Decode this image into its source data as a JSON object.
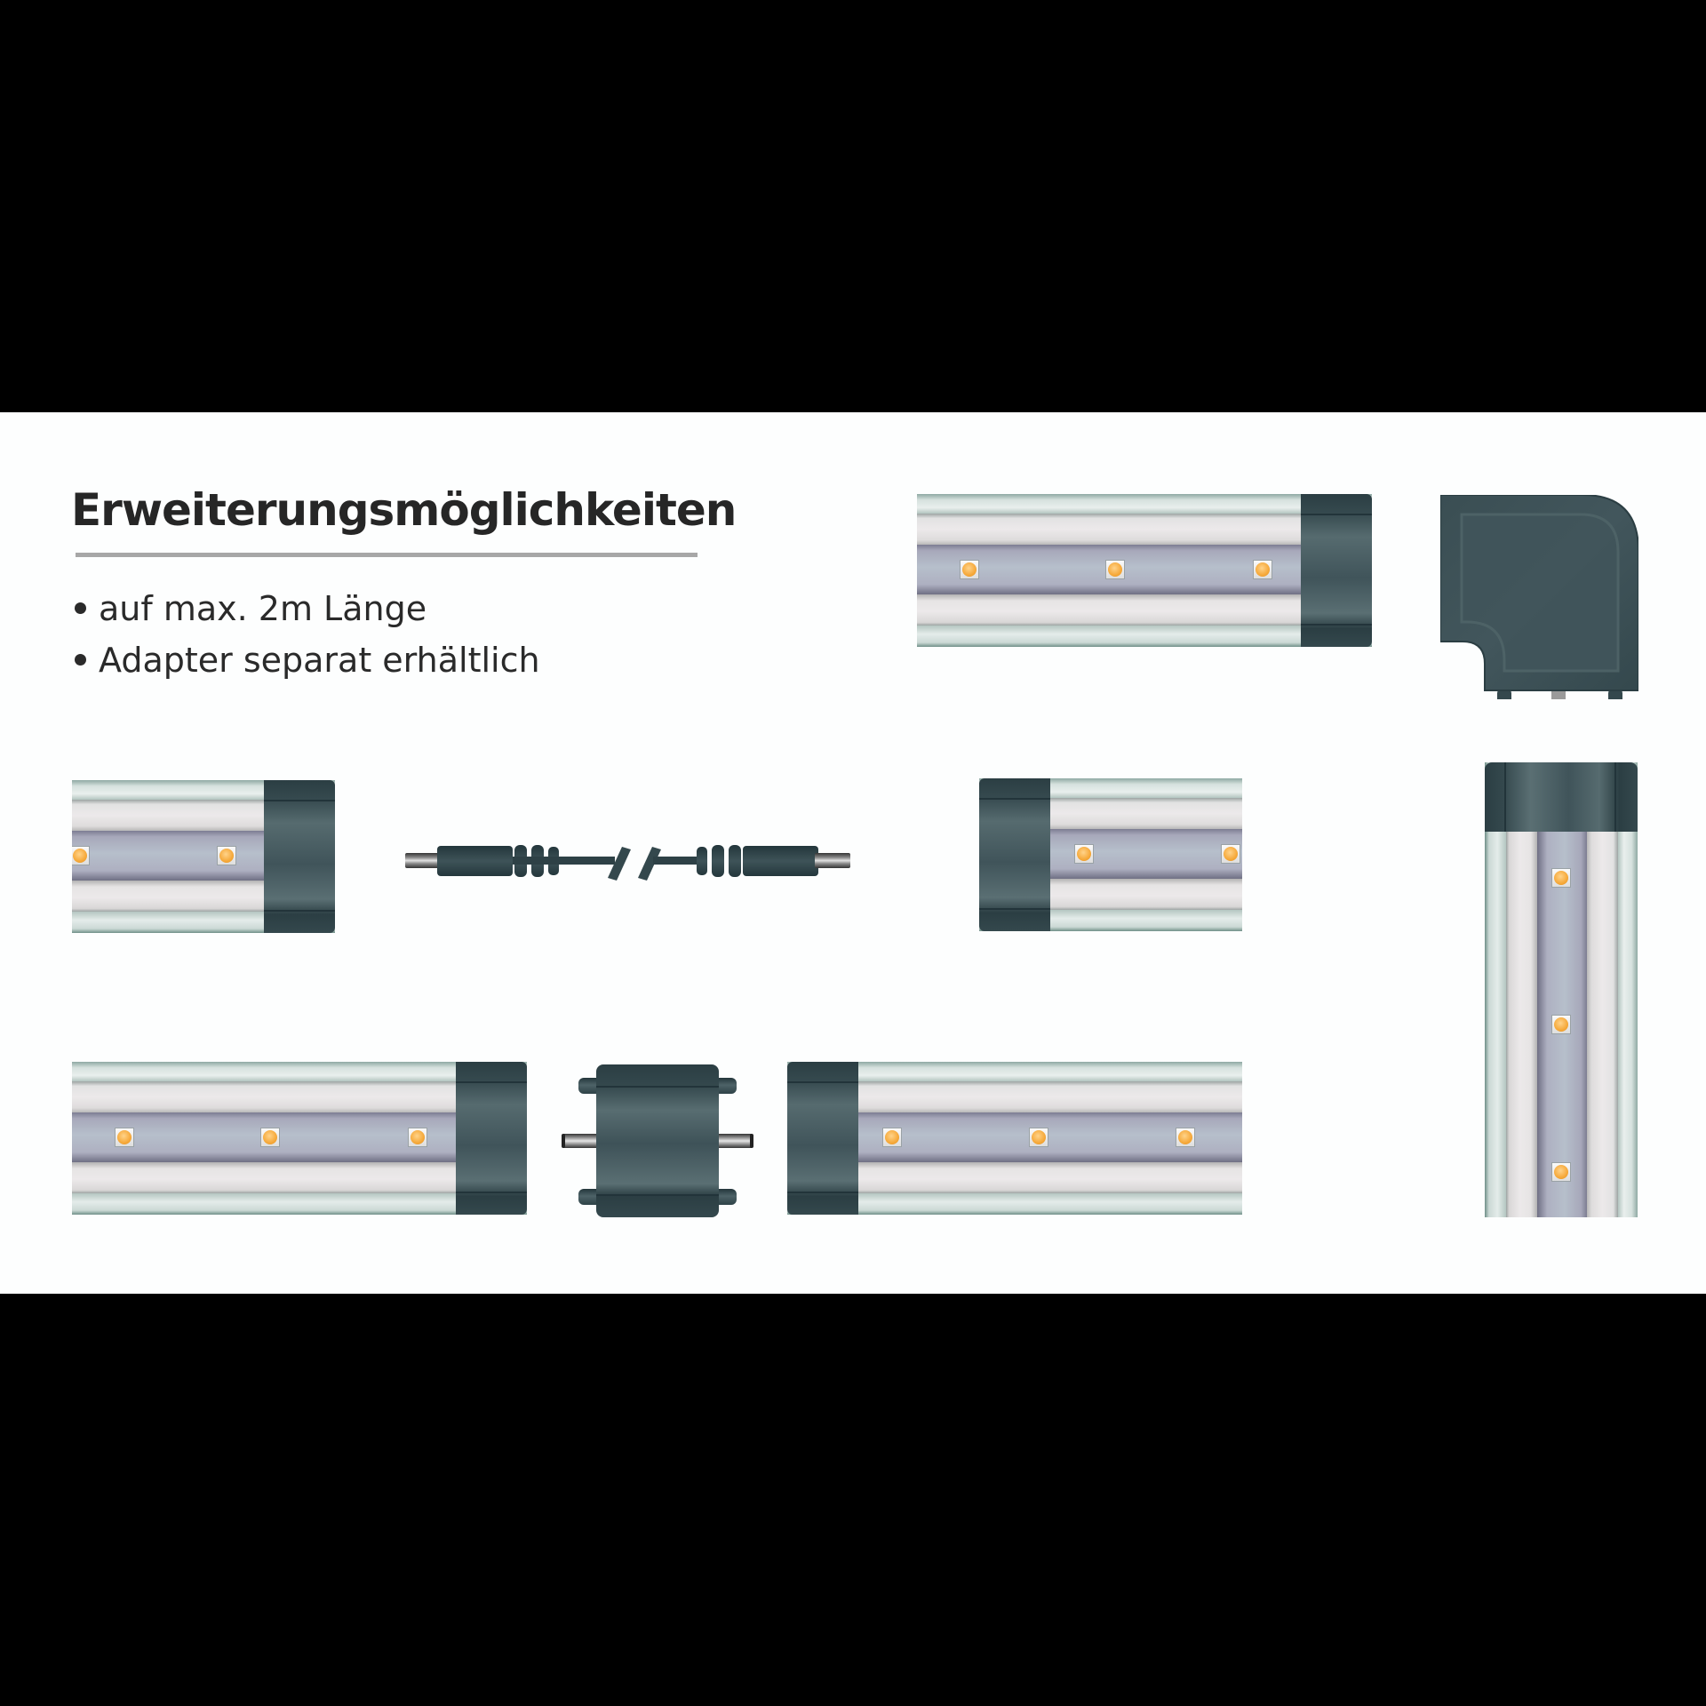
{
  "title": "Erweiterungsmöglichkeiten",
  "bullets": [
    "auf max. 2m Länge",
    "Adapter separat erhältlich"
  ],
  "colors": {
    "background_frame": "#000000",
    "panel": "#fdfefe",
    "heading_text": "#262626",
    "underline": "#a7a7a7",
    "end_cap": "#40545a",
    "led_diffuser": "#b6bfcb",
    "led_amber": "#f6a93a",
    "aluminium": "#e9efed"
  },
  "components": [
    {
      "id": "profile-top-right",
      "type": "led-profile",
      "orientation": "horizontal",
      "end_cap": "right",
      "led_count": 3
    },
    {
      "id": "corner-connector",
      "type": "corner-connector",
      "pins": 2
    },
    {
      "id": "profile-middle-left",
      "type": "led-profile",
      "orientation": "horizontal",
      "end_cap": "right",
      "led_count": 2
    },
    {
      "id": "extension-cable",
      "type": "cable",
      "break_marks": true
    },
    {
      "id": "profile-middle-right",
      "type": "led-profile",
      "orientation": "horizontal",
      "end_cap": "left",
      "led_count": 2
    },
    {
      "id": "profile-vertical",
      "type": "led-profile",
      "orientation": "vertical",
      "end_cap": "top",
      "led_count": 3
    },
    {
      "id": "profile-bottom-left",
      "type": "led-profile",
      "orientation": "horizontal",
      "end_cap": "right",
      "led_count": 3
    },
    {
      "id": "straight-connector",
      "type": "straight-connector",
      "pins": 2
    },
    {
      "id": "profile-bottom-right",
      "type": "led-profile",
      "orientation": "horizontal",
      "end_cap": "left",
      "led_count": 3
    }
  ]
}
